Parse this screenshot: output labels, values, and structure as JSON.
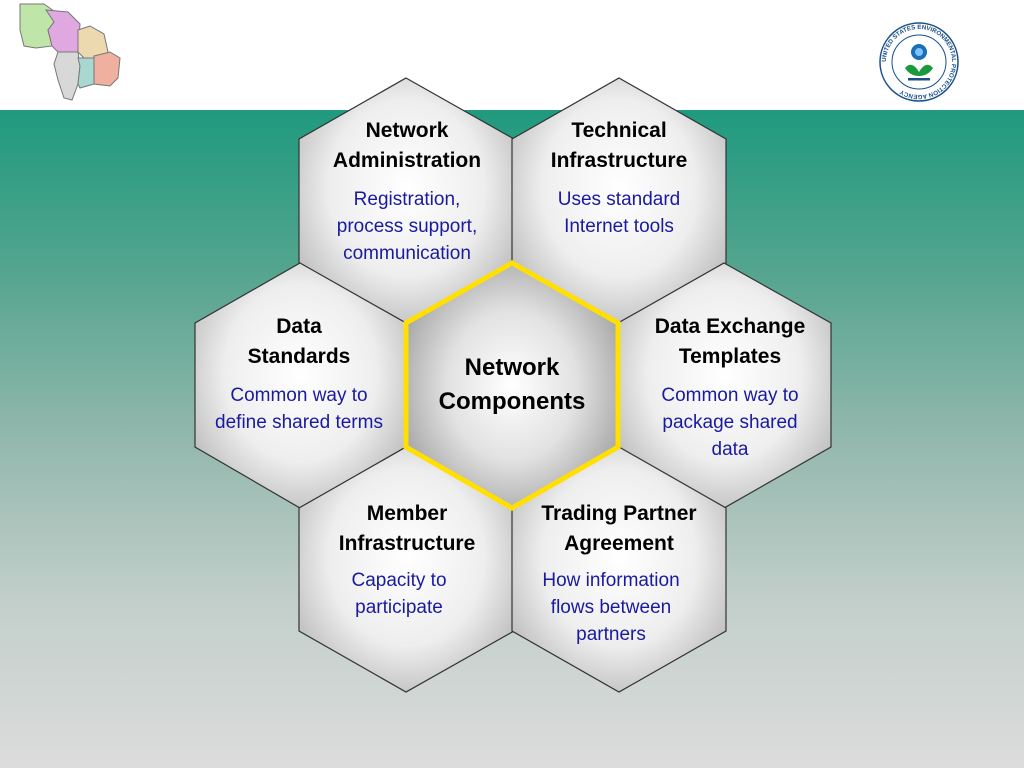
{
  "colors": {
    "background_top": "#1f9a7e",
    "background_bottom": "#dcdcdc",
    "hex_outline": "#333333",
    "center_outline": "#ffe000",
    "title_text": "#000000",
    "description_text": "#1a1aa0"
  },
  "logos": {
    "left": "great-lakes-region-map",
    "right": "epa-seal",
    "seal_text": "UNITED STATES ENVIRONMENTAL PROTECTION AGENCY"
  },
  "diagram": {
    "center": {
      "title": "Network\nComponents"
    },
    "components": [
      {
        "id": "network-administration",
        "title": "Network\nAdministration",
        "description": "Registration,\nprocess support,\ncommunication"
      },
      {
        "id": "technical-infrastructure",
        "title": "Technical\nInfrastructure",
        "description": "Uses standard\nInternet tools"
      },
      {
        "id": "data-standards",
        "title": "Data\nStandards",
        "description": "Common way to\ndefine shared terms"
      },
      {
        "id": "data-exchange-templates",
        "title": "Data Exchange\nTemplates",
        "description": "Common way to\npackage shared\ndata"
      },
      {
        "id": "member-infrastructure",
        "title": "Member\nInfrastructure",
        "description": "Capacity to\nparticipate"
      },
      {
        "id": "trading-partner-agreement",
        "title": "Trading Partner\nAgreement",
        "description": "How information\nflows between\npartners"
      }
    ]
  }
}
